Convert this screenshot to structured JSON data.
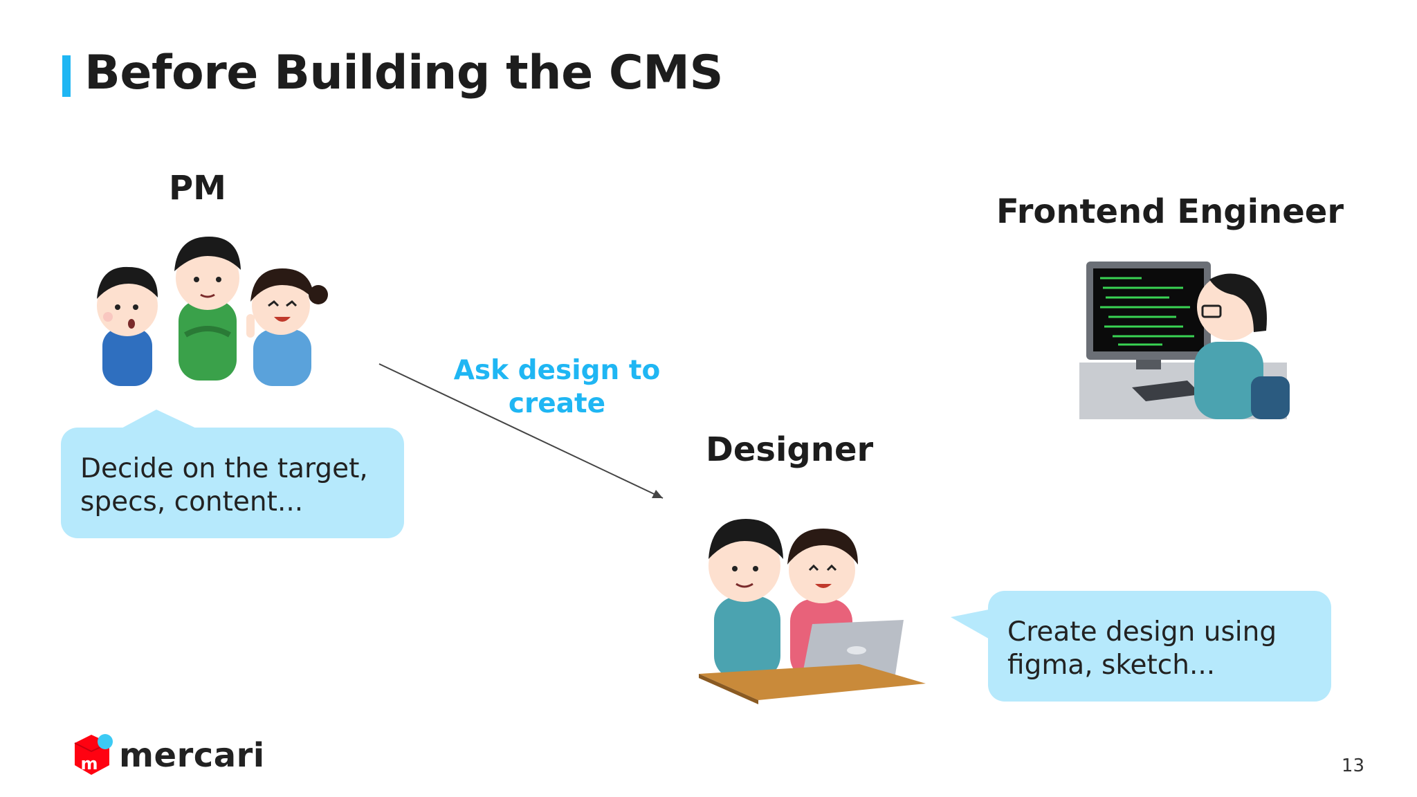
{
  "slide": {
    "title": "Before Building the CMS",
    "page_number": "13",
    "accent_color": "#1fb6f3",
    "bubble_color": "#b6e9fc"
  },
  "roles": {
    "pm": {
      "label": "PM",
      "note": "Decide on the target, specs, content..."
    },
    "designer": {
      "label": "Designer",
      "note": "Create design using figma, sketch..."
    },
    "frontend": {
      "label": "Frontend Engineer"
    }
  },
  "flow": {
    "arrow_label": "Ask design to create"
  },
  "brand": {
    "name": "mercari",
    "logo_letter": "m",
    "logo_color": "#ff0211",
    "logo_dot_color": "#3ccaf4"
  },
  "icons": [
    "pm-team-illustration",
    "designer-illustration",
    "engineer-illustration",
    "mercari-logo-icon"
  ]
}
